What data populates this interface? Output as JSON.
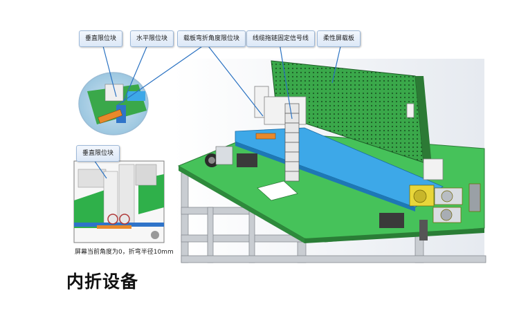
{
  "callouts": {
    "vertical_stop": "垂直限位块",
    "horizontal_stop": "水平限位块",
    "bend_angle_stop": "载板弯折角度限位块",
    "cable_chain": "线缆拖链固定信号线",
    "flex_screen_carrier": "柔性屏载板",
    "inset_vertical_stop": "垂直限位块"
  },
  "inset_caption": "屏幕当前角度为0，折弯半径10mm",
  "title": "内折设备"
}
